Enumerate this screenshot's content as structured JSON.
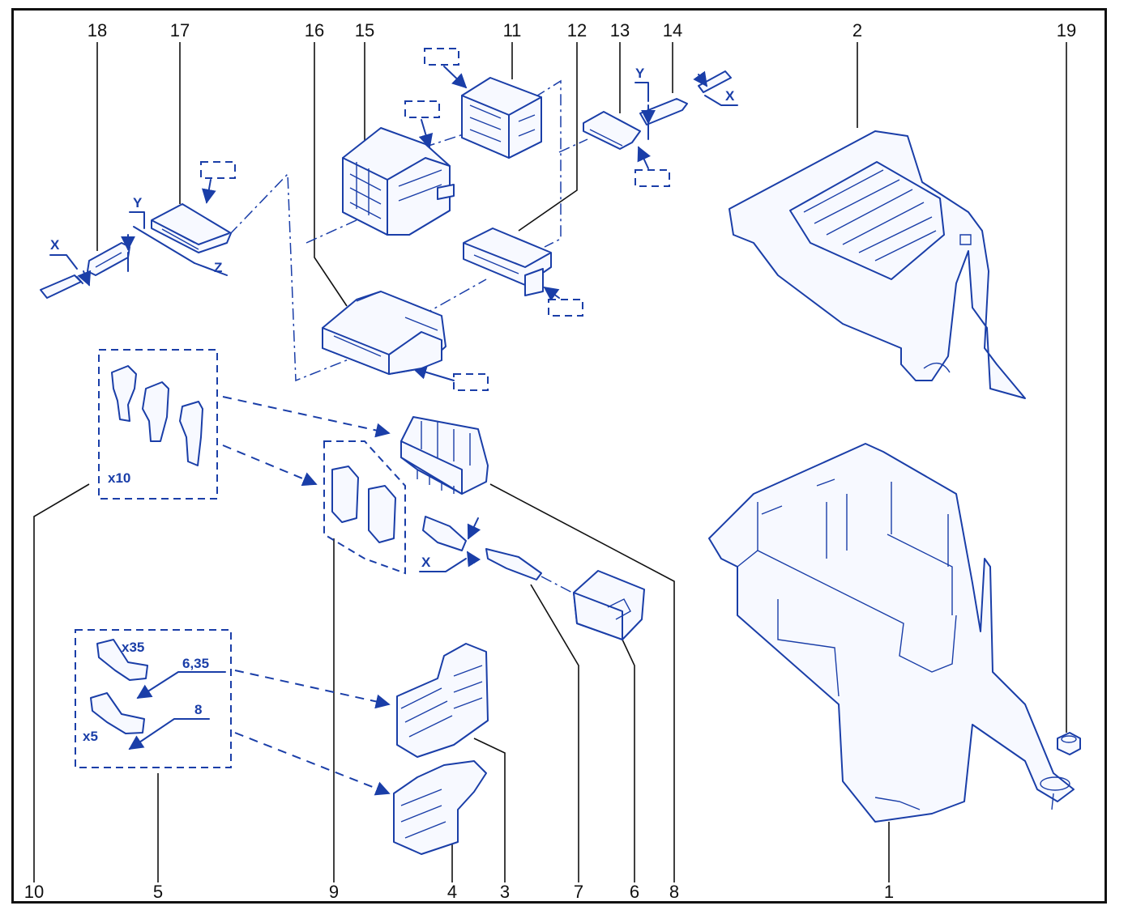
{
  "diagram": {
    "part_numbers": [
      "1",
      "2",
      "3",
      "4",
      "5",
      "6",
      "7",
      "8",
      "9",
      "10",
      "11",
      "12",
      "13",
      "14",
      "15",
      "16",
      "17",
      "18",
      "19"
    ],
    "annotations": {
      "x10": "x10",
      "x35": "x35",
      "x5": "x5",
      "size_a": "6,35",
      "size_b": "8",
      "x": "X",
      "y": "Y",
      "z": "Z"
    }
  }
}
